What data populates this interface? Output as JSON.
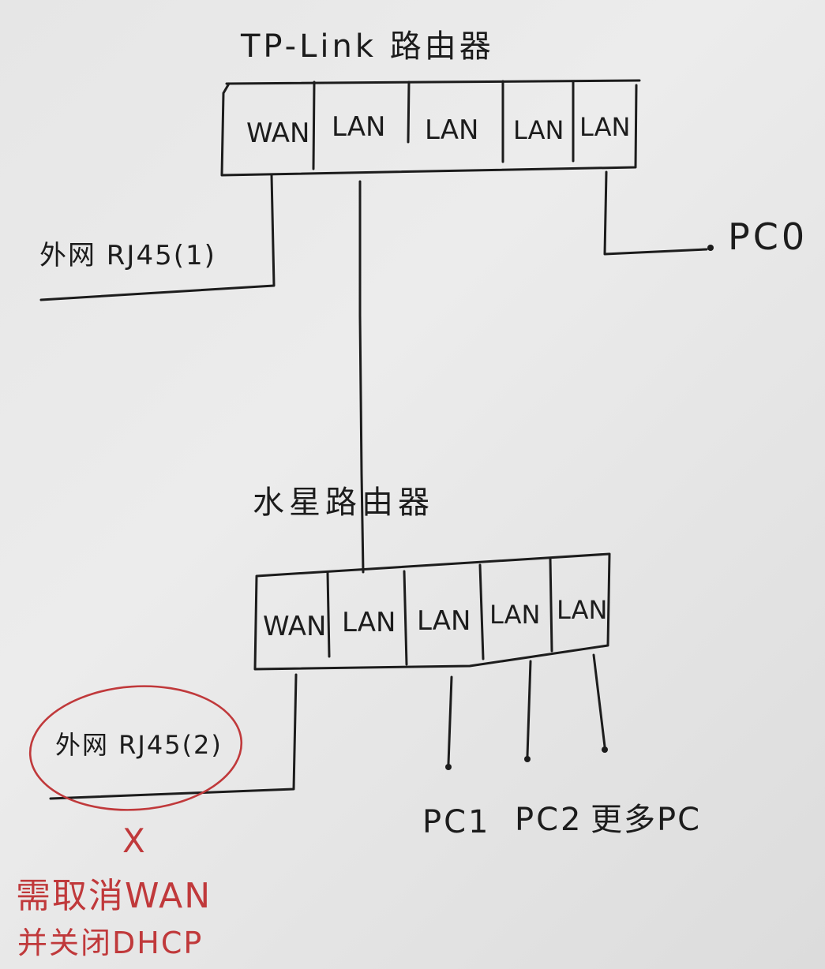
{
  "diagram": {
    "router1": {
      "title": "TP-Link 路由器",
      "ports": [
        "WAN",
        "LAN",
        "LAN",
        "LAN",
        "LAN"
      ]
    },
    "router2": {
      "title": "水星路由器",
      "ports": [
        "WAN",
        "LAN",
        "LAN",
        "LAN",
        "LAN"
      ]
    },
    "labels": {
      "external1": "外网 RJ45(1)",
      "external2": "外网 RJ45(2)",
      "pc0": "PC0",
      "pc1": "PC1",
      "pc2": "PC2",
      "more_pc": "更多PC"
    },
    "annotation": {
      "cross": "X",
      "line1": "需取消WAN",
      "line2": "并关闭DHCP"
    },
    "colors": {
      "ink": "#1c1c1c",
      "annotation": "#c0393b",
      "paper": "#e6e6e6"
    }
  }
}
